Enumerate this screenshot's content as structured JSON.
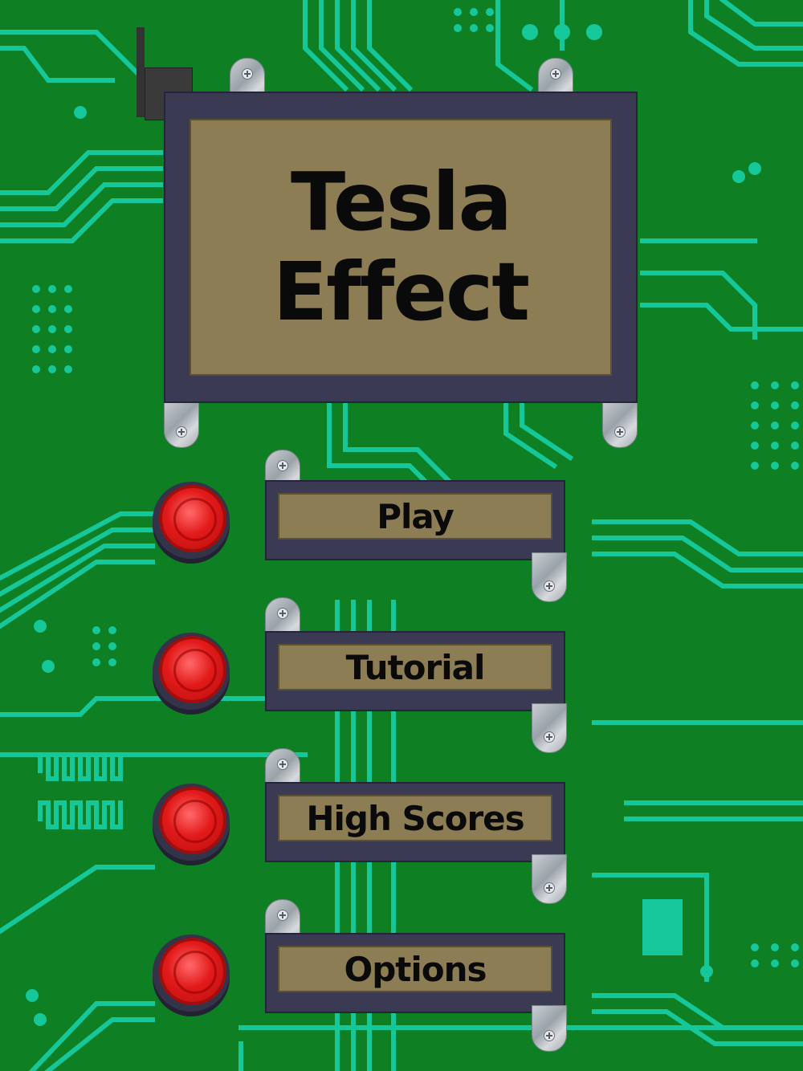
{
  "game": {
    "title_line_1": "Tesla",
    "title_line_2": "Effect"
  },
  "menu": {
    "items": [
      {
        "label": "Play"
      },
      {
        "label": "Tutorial"
      },
      {
        "label": "High Scores"
      },
      {
        "label": "Options"
      }
    ]
  },
  "colors": {
    "board": "#0e7f22",
    "trace": "#16c79a",
    "plate": "#3a3a52",
    "screen": "#8c7d55",
    "button_red": "#e21a1a"
  }
}
